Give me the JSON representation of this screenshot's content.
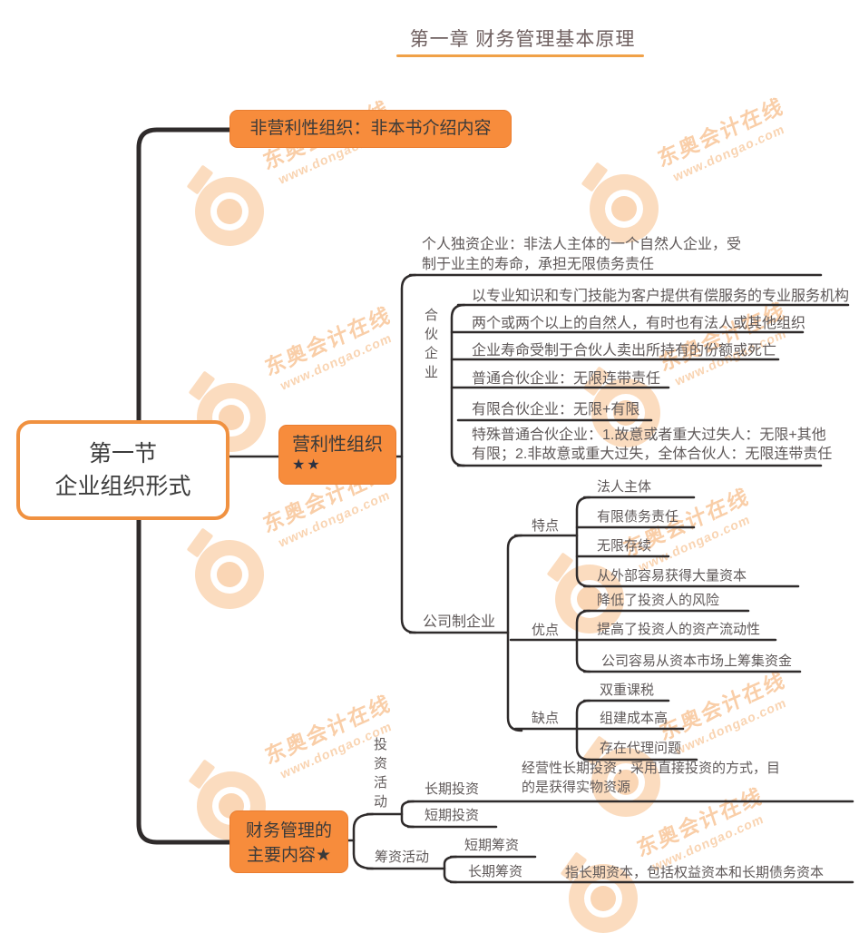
{
  "page": {
    "title": "第一章 财务管理基本原理"
  },
  "watermark": {
    "brand": "东奥会计在线",
    "url": "www.dongao.com"
  },
  "colors": {
    "accent_orange": "#f78c3c",
    "line_dark": "#2f2b2b",
    "title_underline": "#f0a148"
  },
  "root": {
    "line1": "第一节",
    "line2": "企业组织形式"
  },
  "branches": {
    "nonprofit": {
      "label": "非营利性组织：非本书介绍内容"
    },
    "profit": {
      "label": "营利性组织",
      "stars": "★★"
    },
    "content": {
      "line1": "财务管理的",
      "line2": "主要内容★"
    }
  },
  "profit_children": {
    "sole": {
      "line1": "个人独资企业：非法人主体的一个自然人企业，受",
      "line2": "制于业主的寿命，承担无限债务责任"
    },
    "partnership": {
      "label": "合伙企业",
      "items": [
        "以专业知识和专门技能为客户提供有偿服务的专业服务机构",
        "两个或两个以上的自然人，有时也有法人或其他组织",
        "企业寿命受制于合伙人卖出所持有的份额或死亡",
        "普通合伙企业：无限连带责任",
        "有限合伙企业：无限+有限"
      ],
      "special_line1": "特殊普通合伙企业：1.故意或者重大过失人：无限+其他",
      "special_line2": "有限；2.非故意或重大过失，全体合伙人：无限连带责任"
    },
    "corporate": {
      "label": "公司制企业",
      "features": {
        "label": "特点",
        "items": [
          "法人主体",
          "有限债务责任",
          "无限存续",
          "从外部容易获得大量资本"
        ]
      },
      "advantages": {
        "label": "优点",
        "items": [
          "降低了投资人的风险",
          "提高了投资人的资产流动性",
          "公司容易从资本市场上筹集资金"
        ]
      },
      "disadvantages": {
        "label": "缺点",
        "items": [
          "双重课税",
          "组建成本高",
          "存在代理问题"
        ]
      }
    }
  },
  "content_children": {
    "investing": {
      "label": "投资活动",
      "long_label": "长期投资",
      "long_desc_line1": "经营性长期投资，采用直接投资的方式，目",
      "long_desc_line2": "的是获得实物资源",
      "short_label": "短期投资"
    },
    "financing": {
      "label": "筹资活动",
      "short_label": "短期筹资",
      "long_label": "长期筹资",
      "long_desc": "指长期资本，包括权益资本和长期债务资本"
    }
  }
}
